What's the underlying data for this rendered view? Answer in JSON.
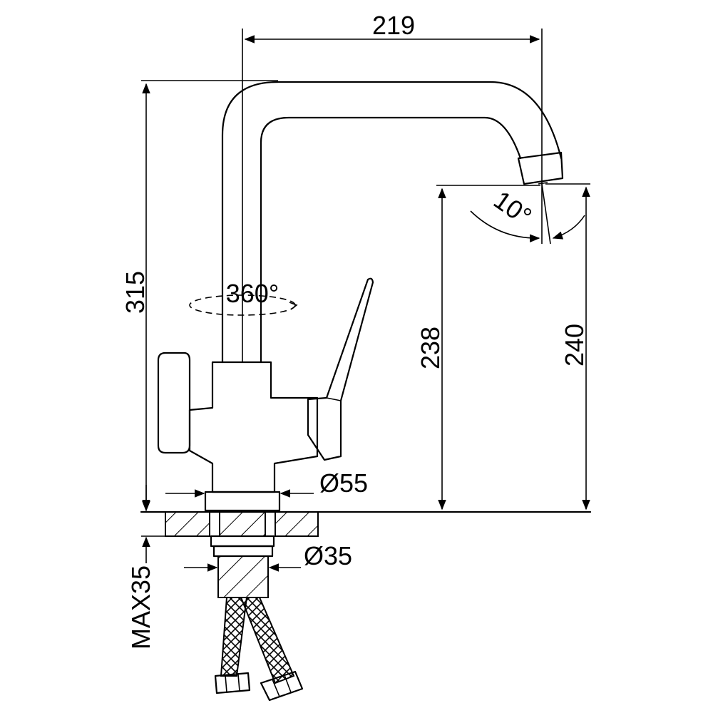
{
  "drawing": {
    "width_label": "219",
    "total_height_label": "315",
    "rotation_label": "360°",
    "spout_angle_label": "10°",
    "spout_height_a_label": "238",
    "spout_height_b_label": "240",
    "base_diameter_label": "Ø55",
    "thread_diameter_label": "Ø35",
    "max_thickness_label": "MAX35"
  }
}
